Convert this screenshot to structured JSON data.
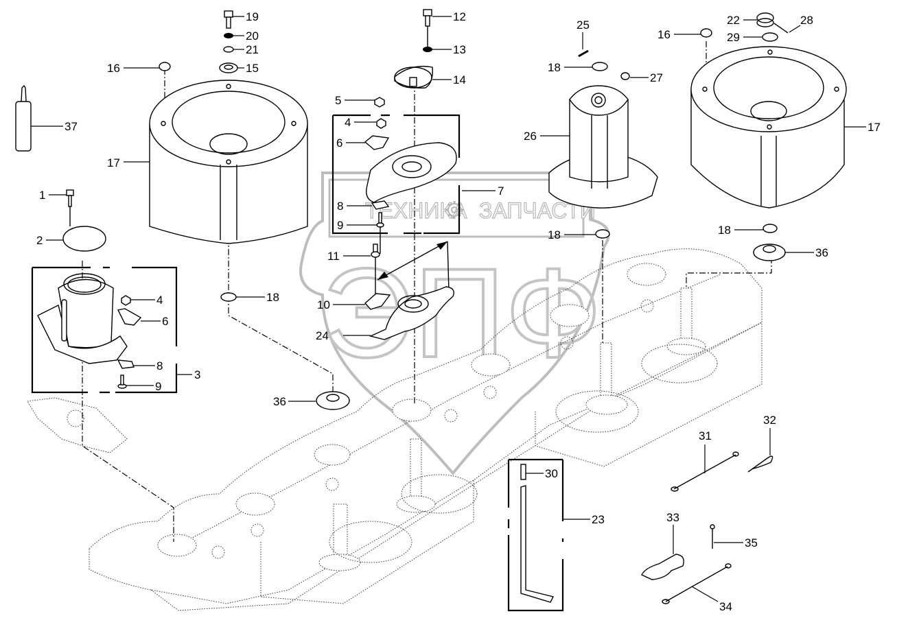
{
  "diagram": {
    "title": "Exploded parts diagram - disc mower cutter bar with drums",
    "watermark": {
      "top_left": "ТЕХНИКА",
      "top_right": "ЗАПЧАСТИ",
      "logo": "ЭПФ",
      "icon": "gear-icon"
    },
    "callouts": [
      {
        "id": "c1",
        "label": "1"
      },
      {
        "id": "c2",
        "label": "2"
      },
      {
        "id": "c3",
        "label": "3"
      },
      {
        "id": "c4a",
        "label": "4"
      },
      {
        "id": "c4b",
        "label": "4"
      },
      {
        "id": "c5",
        "label": "5"
      },
      {
        "id": "c6a",
        "label": "6"
      },
      {
        "id": "c6b",
        "label": "6"
      },
      {
        "id": "c7",
        "label": "7"
      },
      {
        "id": "c8a",
        "label": "8"
      },
      {
        "id": "c8b",
        "label": "8"
      },
      {
        "id": "c9a",
        "label": "9"
      },
      {
        "id": "c9b",
        "label": "9"
      },
      {
        "id": "c10",
        "label": "10"
      },
      {
        "id": "c11",
        "label": "11"
      },
      {
        "id": "c12",
        "label": "12"
      },
      {
        "id": "c13",
        "label": "13"
      },
      {
        "id": "c14",
        "label": "14"
      },
      {
        "id": "c15",
        "label": "15"
      },
      {
        "id": "c16a",
        "label": "16"
      },
      {
        "id": "c16b",
        "label": "16"
      },
      {
        "id": "c17a",
        "label": "17"
      },
      {
        "id": "c17b",
        "label": "17"
      },
      {
        "id": "c18a",
        "label": "18"
      },
      {
        "id": "c18b",
        "label": "18"
      },
      {
        "id": "c18c",
        "label": "18"
      },
      {
        "id": "c18d",
        "label": "18"
      },
      {
        "id": "c19",
        "label": "19"
      },
      {
        "id": "c20",
        "label": "20"
      },
      {
        "id": "c21",
        "label": "21"
      },
      {
        "id": "c22",
        "label": "22"
      },
      {
        "id": "c23",
        "label": "23"
      },
      {
        "id": "c24",
        "label": "24"
      },
      {
        "id": "c25",
        "label": "25"
      },
      {
        "id": "c26",
        "label": "26"
      },
      {
        "id": "c27",
        "label": "27"
      },
      {
        "id": "c28",
        "label": "28"
      },
      {
        "id": "c29",
        "label": "29"
      },
      {
        "id": "c30",
        "label": "30"
      },
      {
        "id": "c31",
        "label": "31"
      },
      {
        "id": "c32",
        "label": "32"
      },
      {
        "id": "c33",
        "label": "33"
      },
      {
        "id": "c34",
        "label": "34"
      },
      {
        "id": "c35",
        "label": "35"
      },
      {
        "id": "c36a",
        "label": "36"
      },
      {
        "id": "c36b",
        "label": "36"
      },
      {
        "id": "c37",
        "label": "37"
      }
    ]
  }
}
